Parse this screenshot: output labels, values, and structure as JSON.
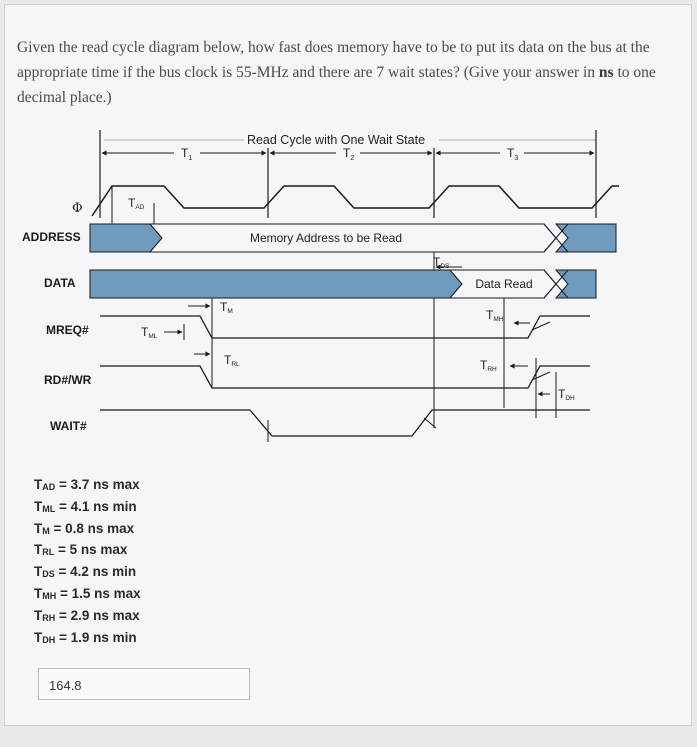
{
  "question": {
    "part1": "Given the read cycle diagram below, how fast does memory have to be to put its data on the bus at the appropriate time if the bus clock is 55-MHz and there are 7 wait states? (Give your answer in ",
    "unit": "ns",
    "part2": " to one decimal place.)"
  },
  "diagram": {
    "title": "Read Cycle with One Wait State",
    "clock_symbol": "Φ",
    "signals": [
      "ADDRESS",
      "DATA",
      "MREQ#",
      "RD#/WR",
      "WAIT#"
    ],
    "address_label": "Memory Address to be Read",
    "data_label": "Data Read",
    "states": [
      {
        "main": "T",
        "sub": "1"
      },
      {
        "main": "T",
        "sub": "2"
      },
      {
        "main": "T",
        "sub": "3"
      }
    ],
    "params": {
      "tad": {
        "main": "T",
        "sub": "AD"
      },
      "tml": {
        "main": "T",
        "sub": "ML"
      },
      "tm": {
        "main": "T",
        "sub": "M"
      },
      "trl": {
        "main": "T",
        "sub": "RL"
      },
      "tds": {
        "main": "T",
        "sub": "DS"
      },
      "tmh": {
        "main": "T",
        "sub": "MH"
      },
      "trh": {
        "main": "T",
        "sub": "RH"
      },
      "tdh": {
        "main": "T",
        "sub": "DH"
      }
    },
    "colors": {
      "bus_fill": "#6f9bbf",
      "line": "#1a1a1a"
    }
  },
  "timings": [
    {
      "main": "T",
      "sub": "AD",
      "text": " = 3.7 ns max"
    },
    {
      "main": "T",
      "sub": "ML",
      "text": " = 4.1 ns min"
    },
    {
      "main": "T",
      "sub": "M",
      "text": " = 0.8 ns max"
    },
    {
      "main": "T",
      "sub": "RL",
      "text": " = 5 ns max"
    },
    {
      "main": "T",
      "sub": "DS",
      "text": " = 4.2 ns min"
    },
    {
      "main": "T",
      "sub": "MH",
      "text": " = 1.5 ns max"
    },
    {
      "main": "T",
      "sub": "RH",
      "text": " = 2.9 ns max"
    },
    {
      "main": "T",
      "sub": "DH",
      "text": " = 1.9 ns min"
    }
  ],
  "answer": {
    "value": "164.8"
  }
}
